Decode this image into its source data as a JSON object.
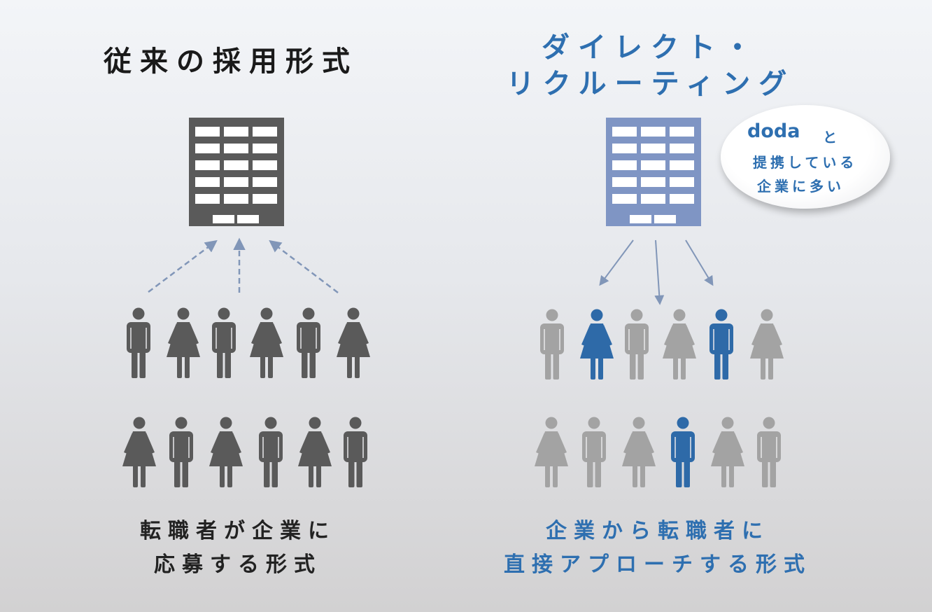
{
  "left": {
    "title": "従来の採用形式",
    "caption_line1": "転職者が企業に",
    "caption_line2": "応募する形式"
  },
  "right": {
    "title_line1": "ダイレクト・",
    "title_line2": "リクルーティング",
    "caption_line1": "企業から転職者に",
    "caption_line2": "直接アプローチする形式"
  },
  "bubble": {
    "logo": "doda",
    "text1": "と",
    "text2": "提携している",
    "text3": "企業に多い"
  },
  "colors": {
    "building_left": "#5a5a5a",
    "building_right": "#7f95c4",
    "person_dark": "#5a5a5a",
    "person_light": "#a3a3a3",
    "person_highlight": "#2e6aa8",
    "arrow": "#8196b8",
    "accent_text": "#2e6fb0"
  },
  "people": {
    "left_row1": [
      "man",
      "woman",
      "man",
      "woman",
      "man",
      "woman"
    ],
    "left_row2": [
      "woman",
      "man",
      "woman",
      "man",
      "woman",
      "man"
    ],
    "right_row1": [
      "man",
      "woman",
      "man",
      "woman",
      "man",
      "woman"
    ],
    "right_row1_highlight": [
      false,
      true,
      false,
      false,
      true,
      false
    ],
    "right_row2": [
      "woman",
      "man",
      "woman",
      "man",
      "woman",
      "man"
    ],
    "right_row2_highlight": [
      false,
      false,
      false,
      true,
      false,
      false
    ]
  }
}
